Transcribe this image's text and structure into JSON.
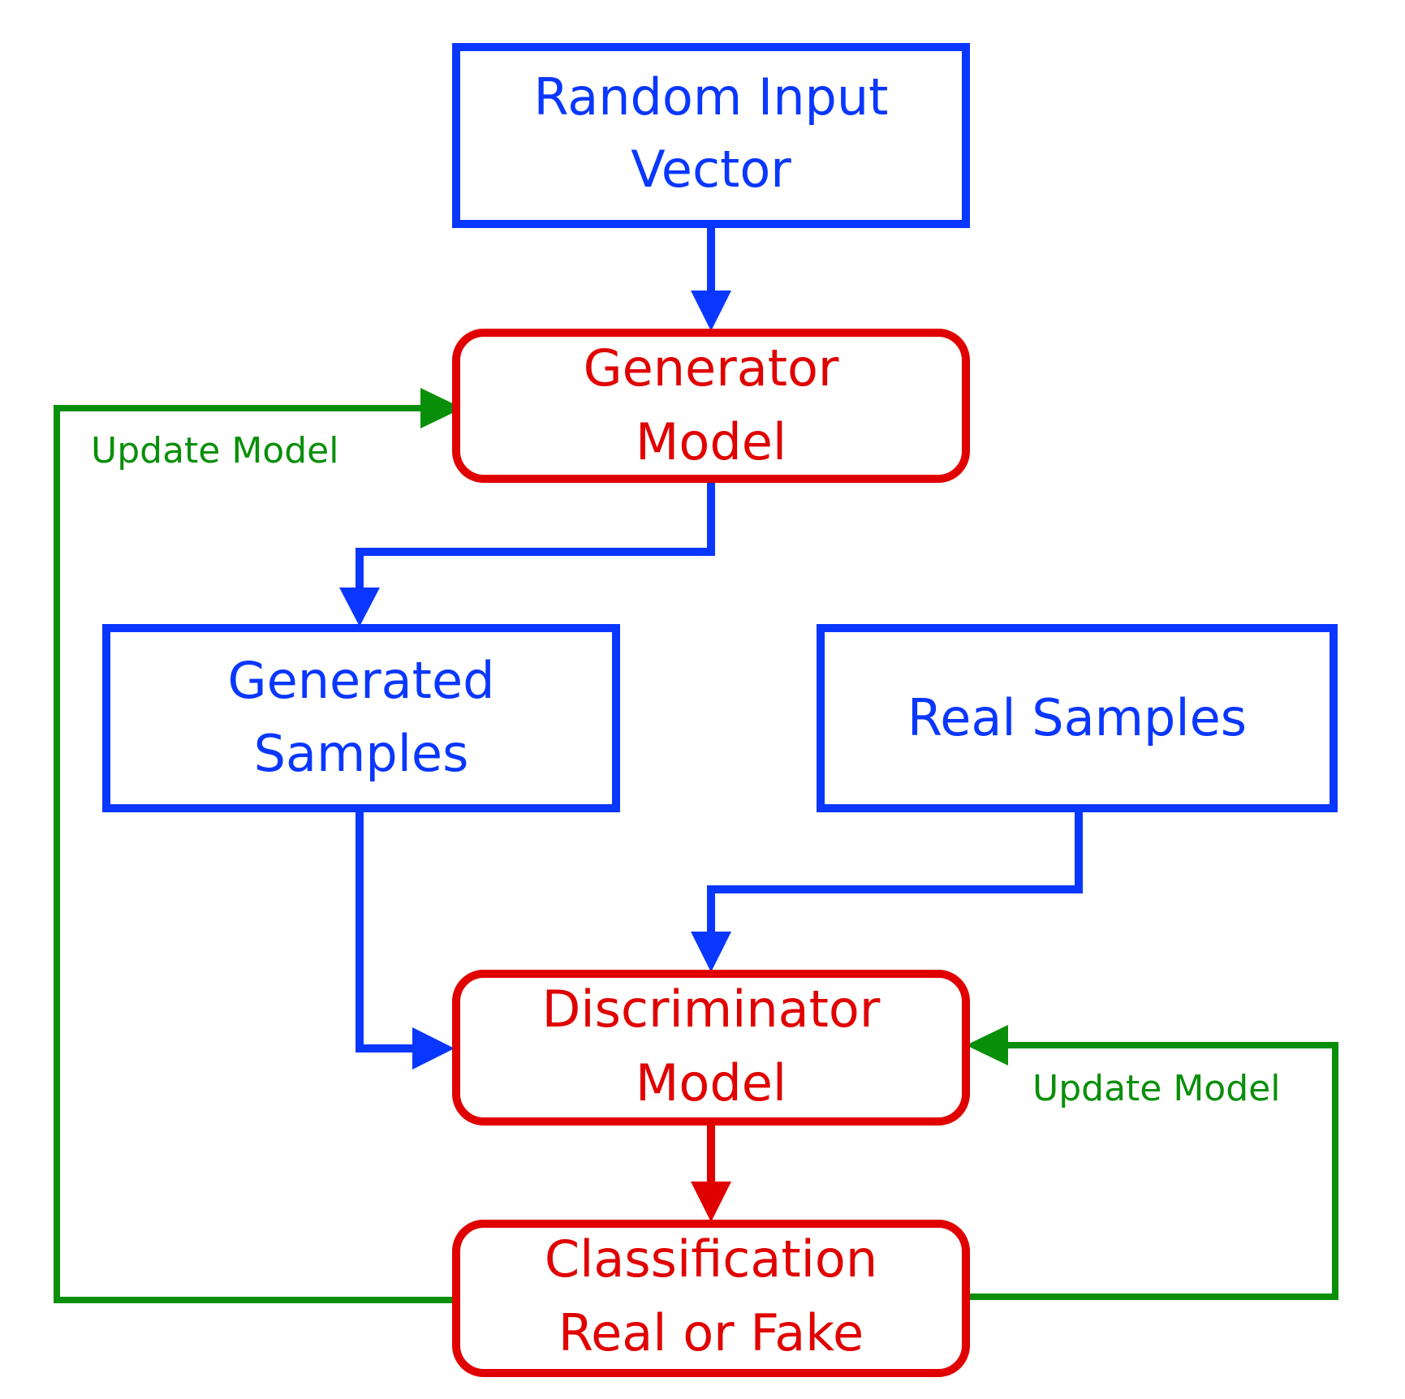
{
  "colors": {
    "blue": "#0a37ff",
    "red": "#e00000",
    "green": "#0a8f0a"
  },
  "nodes": {
    "random_input": {
      "line1": "Random Input",
      "line2": "Vector"
    },
    "generator": {
      "line1": "Generator",
      "line2": "Model"
    },
    "generated_samples": {
      "line1": "Generated",
      "line2": "Samples"
    },
    "real_samples": {
      "line1": "Real Samples"
    },
    "discriminator": {
      "line1": "Discriminator",
      "line2": "Model"
    },
    "classification": {
      "line1": "Classification",
      "line2": "Real or Fake"
    }
  },
  "edges": {
    "update_generator_label": "Update Model",
    "update_discriminator_label": "Update Model"
  }
}
